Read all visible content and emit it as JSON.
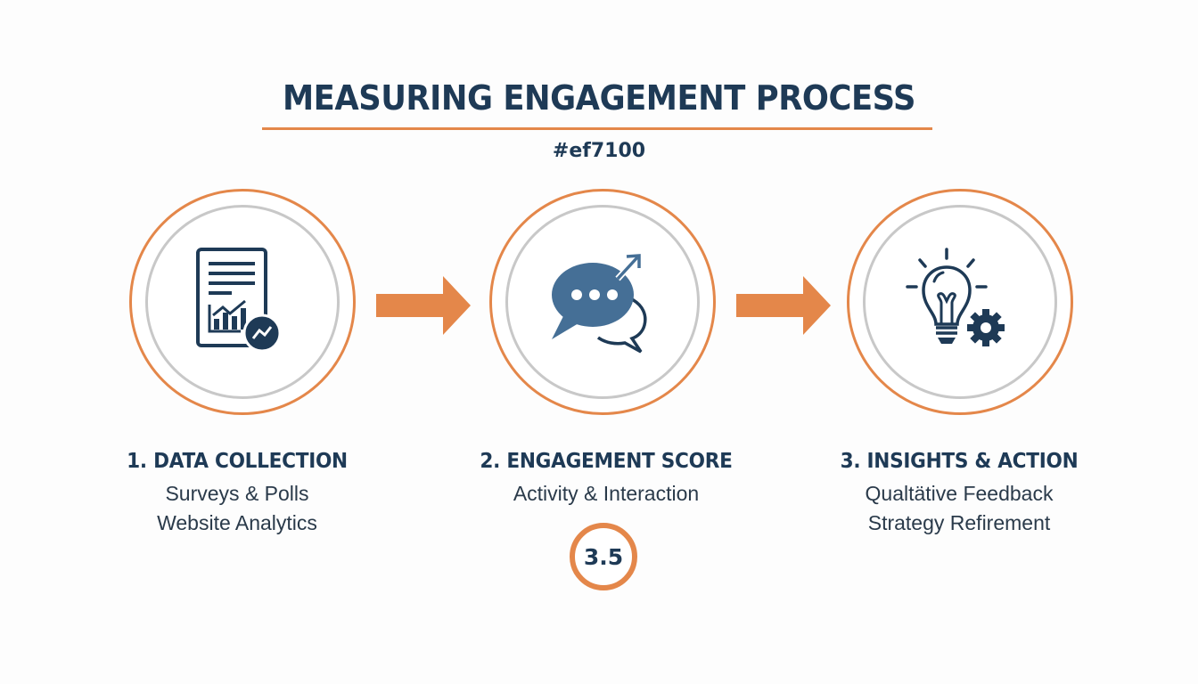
{
  "header": {
    "title": "MEASURING ENGAGEMENT PROCESS",
    "subtitle": "#ef7100"
  },
  "colors": {
    "accent": "#e4874a",
    "navy": "#1e3a56",
    "icon_blue": "#456f96",
    "ring_gray": "#c8c8c8"
  },
  "steps": [
    {
      "icon": "report-chart-icon",
      "heading": "1. DATA COLLECTION",
      "lines": [
        "Surveys & Polls",
        "Website Analytics"
      ]
    },
    {
      "icon": "chat-bubbles-icon",
      "heading": "2. ENGAGEMENT SCORE",
      "lines": [
        "Activity & Interaction"
      ],
      "score": "3.5"
    },
    {
      "icon": "lightbulb-gear-icon",
      "heading": "3. INSIGHTS & ACTION",
      "lines": [
        "Qualtätive Feedback",
        "Strategy Refirement"
      ]
    }
  ],
  "connectors": [
    {
      "icon": "arrow-right-icon"
    },
    {
      "icon": "arrow-right-icon"
    }
  ]
}
